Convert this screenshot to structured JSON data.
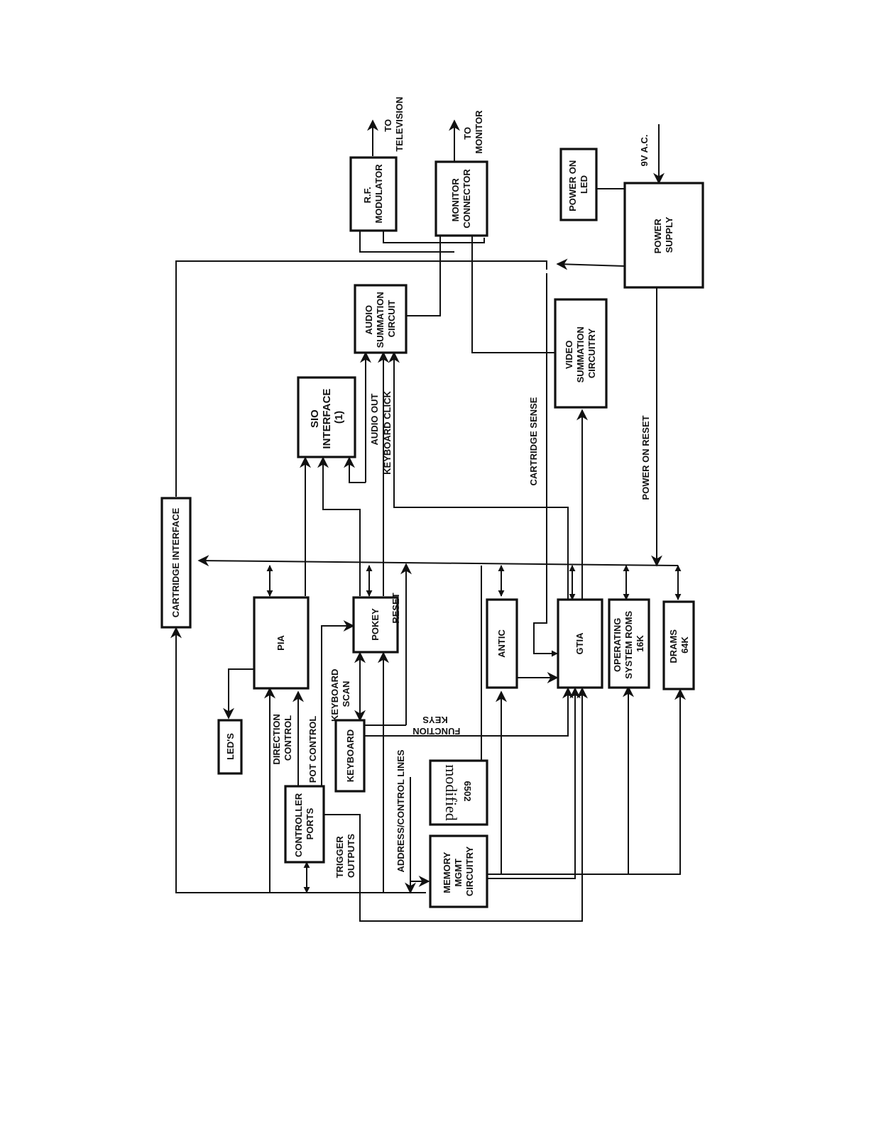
{
  "blocks": {
    "rf_modulator": [
      "R.F.",
      "MODULATOR"
    ],
    "monitor_connector": [
      "MONITOR",
      "CONNECTOR"
    ],
    "power_on_led": [
      "POWER ON",
      "LED"
    ],
    "power_supply": [
      "POWER",
      "SUPPLY"
    ],
    "audio_summation": [
      "AUDIO",
      "SUMMATION",
      "CIRCUIT"
    ],
    "video_summation": [
      "VIDEO",
      "SUMMATION",
      "CIRCUITRY"
    ],
    "sio_interface": [
      "SIO",
      "INTERFACE",
      "(1)"
    ],
    "cartridge_interface": [
      "CARTRIDGE INTERFACE"
    ],
    "pia": [
      "PIA"
    ],
    "pokey": [
      "POKEY"
    ],
    "antic": [
      "ANTIC"
    ],
    "gtia": [
      "GTIA"
    ],
    "os_roms": [
      "OPERATING",
      "SYSTEM ROMS",
      "16K"
    ],
    "drams": [
      "DRAMS",
      "64K"
    ],
    "leds": [
      "LED'S"
    ],
    "keyboard": [
      "KEYBOARD"
    ],
    "controller_ports": [
      "CONTROLLER",
      "PORTS"
    ],
    "cpu_6502": [
      "6502",
      "modified"
    ],
    "memory_mgmt": [
      "MEMORY",
      "MGMT",
      "CIRCUITRY"
    ]
  },
  "signals": {
    "to_television": [
      "TO",
      "TELEVISION"
    ],
    "to_monitor": [
      "TO",
      "MONITOR"
    ],
    "nine_v_ac": [
      "9V A.C."
    ],
    "audio_out": [
      "AUDIO OUT"
    ],
    "keyboard_click": [
      "KEYBOARD CLICK"
    ],
    "cartridge_sense": [
      "CARTRIDGE SENSE"
    ],
    "power_on_reset": [
      "POWER ON RESET"
    ],
    "reset": [
      "RESET"
    ],
    "keyboard_scan": [
      "KEYBOARD",
      "SCAN"
    ],
    "function_keys": [
      "FUNCTION",
      "KEYS"
    ],
    "direction_control": [
      "DIRECTION",
      "CONTROL"
    ],
    "pot_control": [
      "POT CONTROL"
    ],
    "address_control_lines": [
      "ADDRESS/CONTROL LINES"
    ],
    "trigger_outputs": [
      "TRIGGER",
      "OUTPUTS"
    ]
  }
}
